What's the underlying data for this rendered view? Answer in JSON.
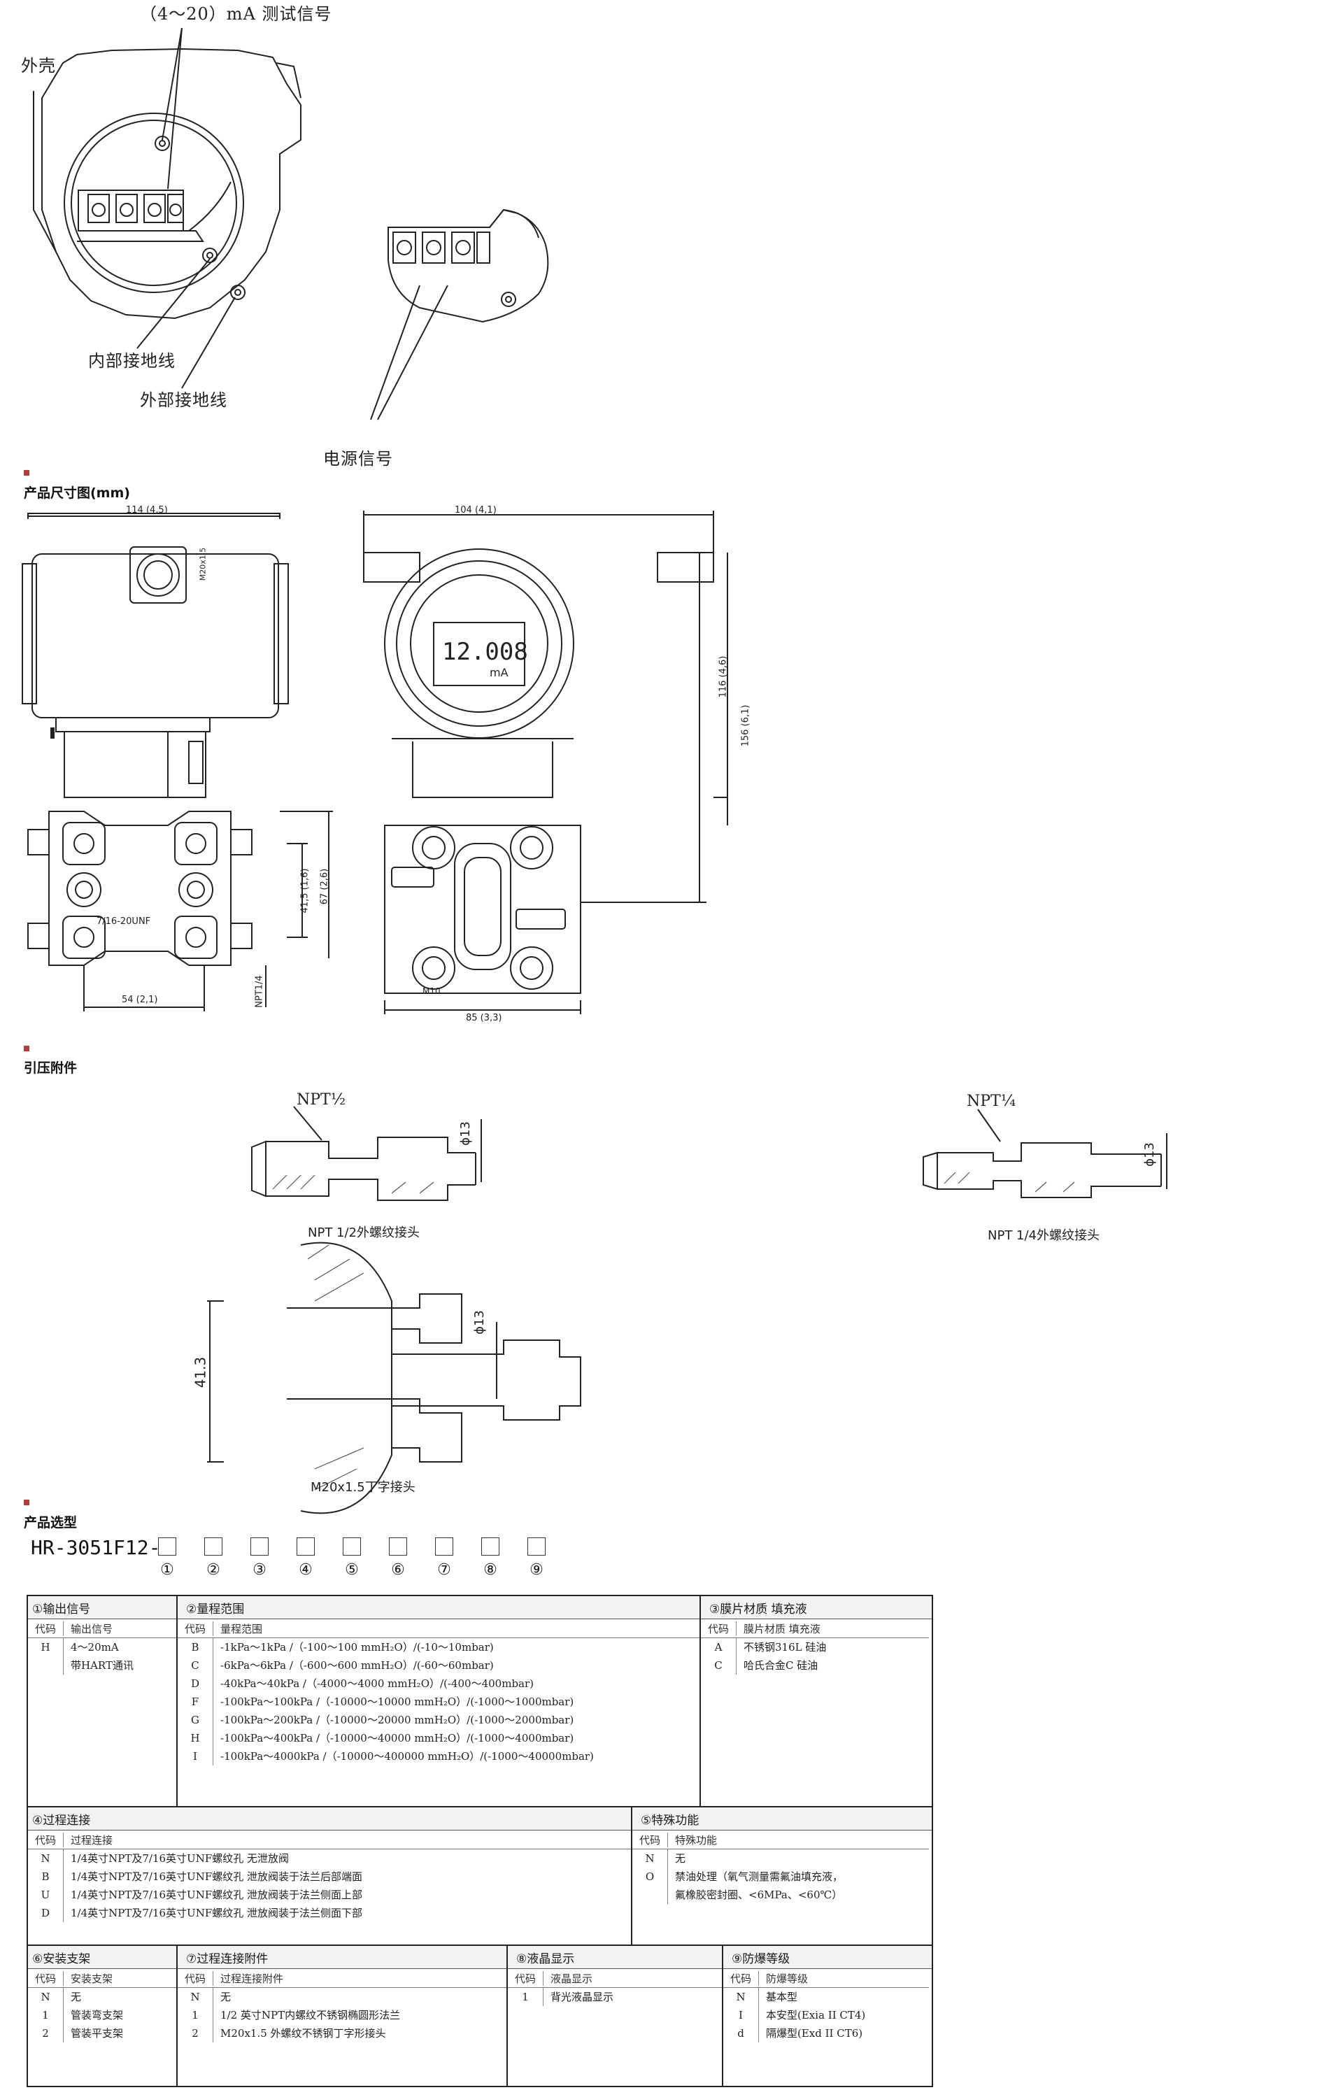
{
  "wiring": {
    "test_signal_label": "（4～20）mA 测试信号",
    "housing_label": "外壳",
    "internal_ground_label": "内部接地线",
    "external_ground_label": "外部接地线",
    "power_signal_label": "电源信号"
  },
  "sections": {
    "dimensions_title": "产品尺寸图(mm)",
    "accessories_title": "引压附件",
    "selection_title": "产品选型"
  },
  "dimensions": {
    "width_left": "114 (4,5)",
    "width_right": "104 (4,1)",
    "height_116": "116 (4,6)",
    "height_156": "156 (6,1)",
    "dim_67": "67 (2,6)",
    "dim_41": "41,5 (1,6)",
    "dim_54": "54 (2,1)",
    "dim_85": "85 (3,3)",
    "thread_label": "7/16-20UNF",
    "npt_label": "NPT1/4",
    "m10_label": "M10",
    "m20_label": "M20x1,5",
    "display_value": "12.008",
    "display_unit": "mA"
  },
  "accessories": {
    "npt12_top": "NPT½",
    "npt12_caption": "NPT 1/2外螺纹接头",
    "npt14_top": "NPT¼",
    "npt14_caption": "NPT 1/4外螺纹接头",
    "phi13": "ϕ13",
    "dim_413": "41.3",
    "m20_caption": "M20x1.5丁字接头"
  },
  "model": {
    "prefix": "HR-3051F12-",
    "positions": [
      "①",
      "②",
      "③",
      "④",
      "⑤",
      "⑥",
      "⑦",
      "⑧",
      "⑨"
    ]
  },
  "tables": {
    "g1": {
      "title": "①输出信号",
      "code_h": "代码",
      "text_h": "输出信号",
      "rows": [
        {
          "code": "H",
          "text": "4～20mA"
        },
        {
          "code": "",
          "text": "带HART通讯"
        }
      ]
    },
    "g2": {
      "title": "②量程范围",
      "code_h": "代码",
      "text_h": "量程范围",
      "rows": [
        {
          "code": "B",
          "text": "-1kPa～1kPa /（-100～100 mmH₂O）/(-10～10mbar)"
        },
        {
          "code": "C",
          "text": "-6kPa～6kPa /（-600～600 mmH₂O）/(-60～60mbar)"
        },
        {
          "code": "D",
          "text": "-40kPa～40kPa /（-4000～4000 mmH₂O）/(-400～400mbar)"
        },
        {
          "code": "F",
          "text": "-100kPa～100kPa /（-10000～10000 mmH₂O）/(-1000～1000mbar)"
        },
        {
          "code": "G",
          "text": "-100kPa～200kPa /（-10000～20000 mmH₂O）/(-1000～2000mbar)"
        },
        {
          "code": "H",
          "text": "-100kPa～400kPa /（-10000～40000 mmH₂O）/(-1000～4000mbar)"
        },
        {
          "code": "I",
          "text": "-100kPa～4000kPa /（-10000～400000 mmH₂O）/(-1000～40000mbar)"
        }
      ]
    },
    "g3": {
      "title": "③膜片材质  填充液",
      "code_h": "代码",
      "text_h": "膜片材质   填充液",
      "rows": [
        {
          "code": "A",
          "text": "不锈钢316L   硅油"
        },
        {
          "code": "C",
          "text": "哈氏合金C    硅油"
        }
      ]
    },
    "g4": {
      "title": "④过程连接",
      "code_h": "代码",
      "text_h": "过程连接",
      "rows": [
        {
          "code": "N",
          "text": "1/4英寸NPT及7/16英寸UNF螺纹孔 无泄放阀"
        },
        {
          "code": "B",
          "text": "1/4英寸NPT及7/16英寸UNF螺纹孔 泄放阀装于法兰后部端面"
        },
        {
          "code": "U",
          "text": "1/4英寸NPT及7/16英寸UNF螺纹孔 泄放阀装于法兰侧面上部"
        },
        {
          "code": "D",
          "text": "1/4英寸NPT及7/16英寸UNF螺纹孔 泄放阀装于法兰侧面下部"
        }
      ]
    },
    "g5": {
      "title": "⑤特殊功能",
      "code_h": "代码",
      "text_h": "特殊功能",
      "rows": [
        {
          "code": "N",
          "text": "无"
        },
        {
          "code": "O",
          "text": "禁油处理（氧气测量需氟油填充液，"
        },
        {
          "code": "",
          "text": "氟橡胶密封圈、<6MPa、<60℃）"
        }
      ]
    },
    "g6": {
      "title": "⑥安装支架",
      "code_h": "代码",
      "text_h": "安装支架",
      "rows": [
        {
          "code": "N",
          "text": "无"
        },
        {
          "code": "1",
          "text": "管装弯支架"
        },
        {
          "code": "2",
          "text": "管装平支架"
        }
      ]
    },
    "g7": {
      "title": "⑦过程连接附件",
      "code_h": "代码",
      "text_h": "过程连接附件",
      "rows": [
        {
          "code": "N",
          "text": "无"
        },
        {
          "code": "1",
          "text": "1/2 英寸NPT内螺纹不锈钢椭圆形法兰"
        },
        {
          "code": "2",
          "text": "M20x1.5 外螺纹不锈钢丁字形接头"
        }
      ]
    },
    "g8": {
      "title": "⑧液晶显示",
      "code_h": "代码",
      "text_h": "液晶显示",
      "rows": [
        {
          "code": "1",
          "text": "背光液晶显示"
        }
      ]
    },
    "g9": {
      "title": "⑨防爆等级",
      "code_h": "代码",
      "text_h": "防爆等级",
      "rows": [
        {
          "code": "N",
          "text": "基本型"
        },
        {
          "code": "I",
          "text": "本安型(Exia II CT4)"
        },
        {
          "code": "d",
          "text": "隔爆型(Exd II CT6)"
        }
      ]
    }
  },
  "colors": {
    "accent": "#c0392b",
    "line": "#222222",
    "hatch": "#555555"
  }
}
